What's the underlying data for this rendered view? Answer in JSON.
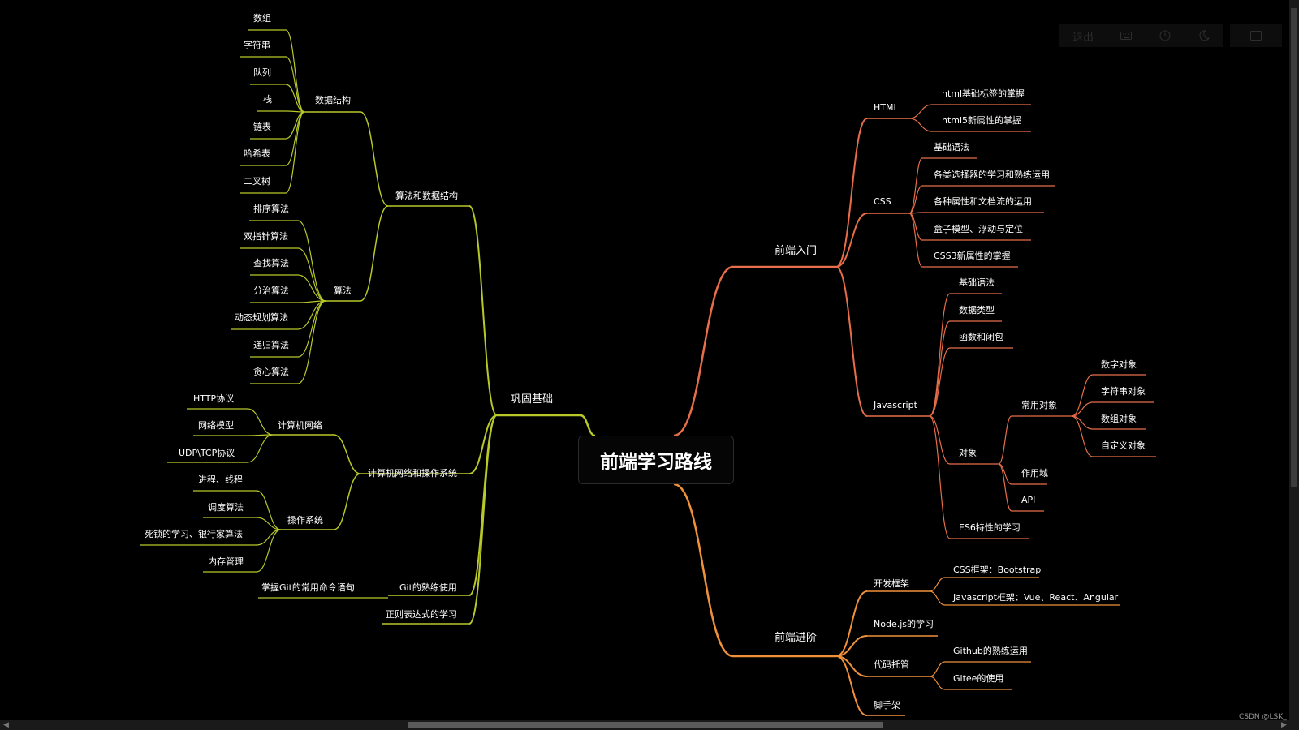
{
  "colors": {
    "left_branch": "#b8c829",
    "right_top_branch": "#e86e4a",
    "right_bottom_branch": "#f0913a",
    "background": "#000000"
  },
  "root": "前端学习路线",
  "left": {
    "label": "巩固基础",
    "algo": {
      "label": "算法和数据结构",
      "ds": {
        "label": "数据结构",
        "items": [
          "数组",
          "字符串",
          "队列",
          "栈",
          "链表",
          "哈希表",
          "二叉树"
        ]
      },
      "algorithm": {
        "label": "算法",
        "items": [
          "排序算法",
          "双指针算法",
          "查找算法",
          "分治算法",
          "动态规划算法",
          "递归算法",
          "贪心算法"
        ]
      }
    },
    "cnos": {
      "label": "计算机网络和操作系统",
      "net": {
        "label": "计算机网络",
        "items": [
          "HTTP协议",
          "网络模型",
          "UDP\\TCP协议"
        ]
      },
      "os": {
        "label": "操作系统",
        "items": [
          "进程、线程",
          "调度算法",
          "死锁的学习、银行家算法",
          "内存管理"
        ]
      }
    },
    "git": {
      "label": "Git的熟练使用",
      "items": [
        "掌握Git的常用命令语句"
      ]
    },
    "regex": {
      "label": "正则表达式的学习"
    }
  },
  "right_top": {
    "label": "前端入门",
    "html": {
      "label": "HTML",
      "items": [
        "html基础标签的掌握",
        "html5新属性的掌握"
      ]
    },
    "css": {
      "label": "CSS",
      "items": [
        "基础语法",
        "各类选择器的学习和熟练运用",
        "各种属性和文档流的运用",
        "盒子模型、浮动与定位",
        "CSS3新属性的掌握"
      ]
    },
    "js": {
      "label": "Javascript",
      "basics": [
        "基础语法",
        "数据类型",
        "函数和闭包"
      ],
      "object": {
        "label": "对象",
        "common": {
          "label": "常用对象",
          "items": [
            "数字对象",
            "字符串对象",
            "数组对象",
            "自定义对象"
          ]
        },
        "scope": "作用域",
        "api": "API"
      },
      "es6": "ES6特性的学习"
    }
  },
  "right_bottom": {
    "label": "前端进阶",
    "framework": {
      "label": "开发框架",
      "items": [
        "CSS框架：Bootstrap",
        "Javascript框架：Vue、React、Angular"
      ]
    },
    "node": "Node.js的学习",
    "hosting": {
      "label": "代码托管",
      "items": [
        "Github的熟练运用",
        "Gitee的使用"
      ]
    },
    "scaffold": "脚手架"
  },
  "toolbar": {
    "exit_label": "退出",
    "icons": [
      "keyboard-icon",
      "history-icon",
      "dark-mode-icon",
      "sidebar-icon"
    ]
  },
  "watermark": "CSDN @LSK_"
}
